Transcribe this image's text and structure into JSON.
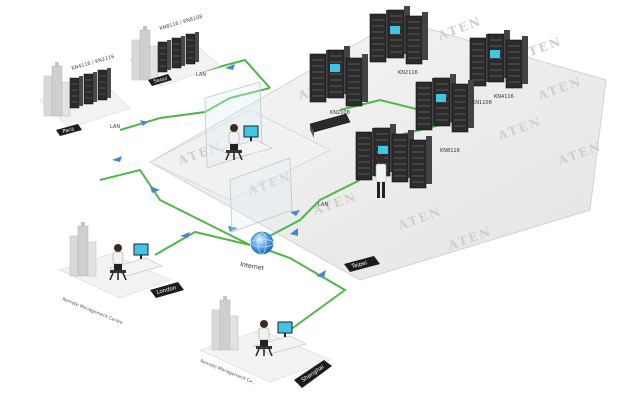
{
  "watermark": {
    "text": "ATEN"
  },
  "colors": {
    "link": "#4cb848",
    "arrow": "#4a86c8",
    "floor": "#eeeeee",
    "tag": "#1c1c1c",
    "rack": "#2b2b2b",
    "screen": "#3fc6e6"
  },
  "sites": {
    "london": {
      "tag": "London",
      "caption": "Remote Management Centre"
    },
    "shanghai": {
      "tag": "Shanghai",
      "caption": "Remote Management Ce..."
    },
    "taipei": {
      "tag": "Taipei"
    },
    "seoul": {
      "tag": "Seoul"
    },
    "paris": {
      "tag": "Paris"
    }
  },
  "labels": {
    "internet": "Internet",
    "lan_seoul": "LAN",
    "lan_paris": "LAN",
    "lan_taipei": "LAN",
    "model_seoul": "KN8116 / KN8108",
    "model_paris": "KN4116 / KN2116",
    "model_rack1": "KN2108",
    "model_rack2": "KN2116",
    "model_rack3": "KN4116",
    "model_rack4": "KN1108",
    "model_rack5": "KN8116"
  }
}
